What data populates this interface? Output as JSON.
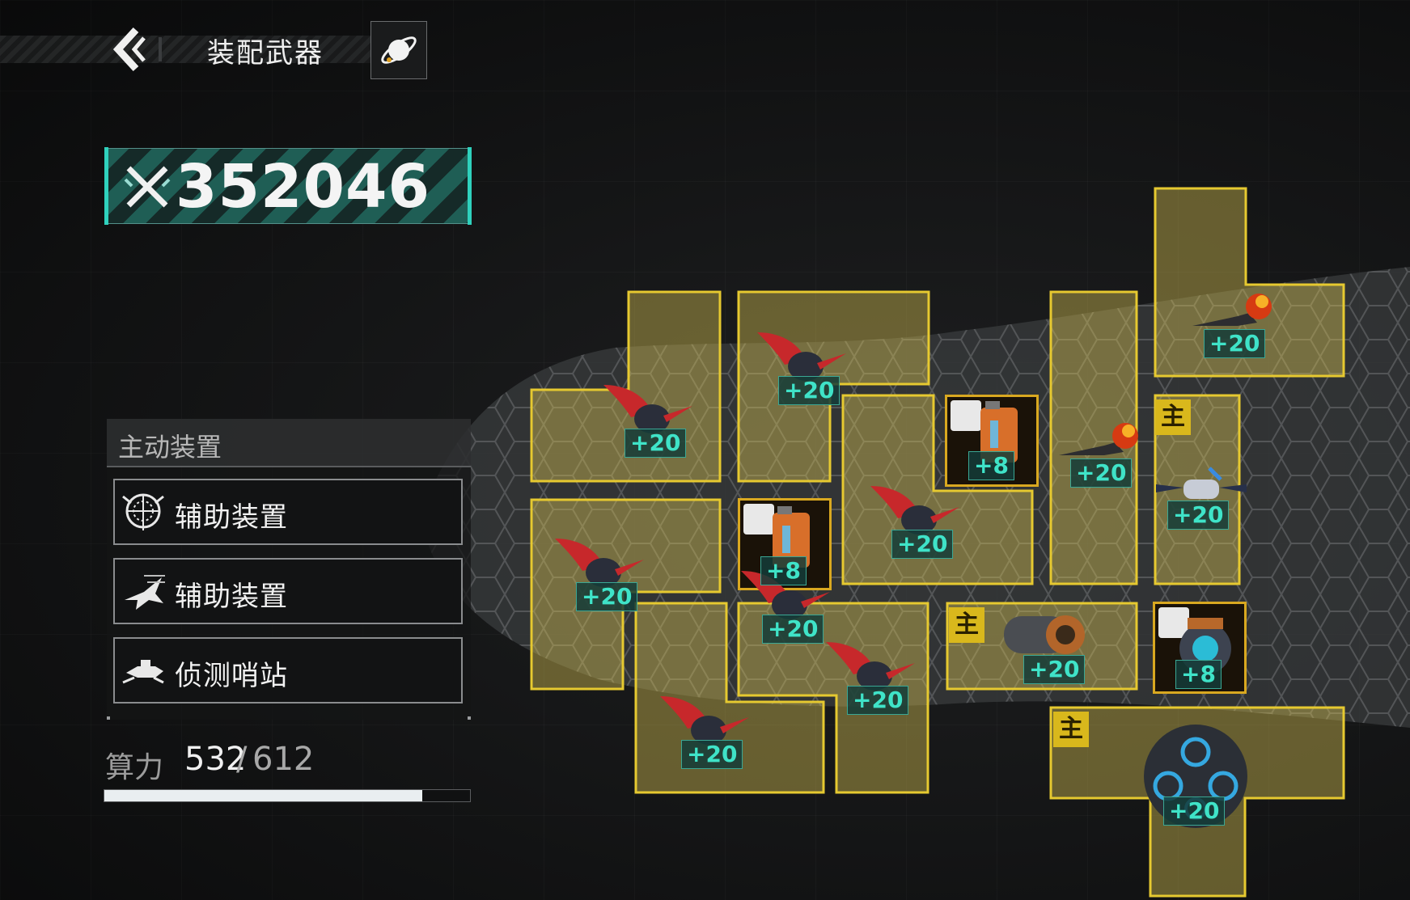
{
  "header": {
    "title": "装配武器",
    "back_icon": "chevron-left-icon",
    "planet_icon": "planet-icon"
  },
  "power": {
    "value": "352046",
    "icon": "crossed-swords-icon"
  },
  "panel": {
    "title": "主动装置",
    "devices": [
      {
        "label": "辅助装置",
        "icon": "radar-shield-icon"
      },
      {
        "label": "辅助装置",
        "icon": "fighter-jet-icon"
      },
      {
        "label": "侦测哨站",
        "icon": "drone-icon"
      }
    ]
  },
  "compute": {
    "label": "算力",
    "used": "532",
    "separator": "/",
    "total": "612",
    "fraction": 0.869
  },
  "items": [
    {
      "name": "wing-drone-1",
      "badge": "+20",
      "type": "wing"
    },
    {
      "name": "wing-drone-2",
      "badge": "+20",
      "type": "wing"
    },
    {
      "name": "wing-drone-3",
      "badge": "+20",
      "type": "wing"
    },
    {
      "name": "wing-drone-4",
      "badge": "+20",
      "type": "wing"
    },
    {
      "name": "wing-drone-5",
      "badge": "+20",
      "type": "wing"
    },
    {
      "name": "wing-drone-6",
      "badge": "+20",
      "type": "wing"
    },
    {
      "name": "wing-drone-7",
      "badge": "+20",
      "type": "wing"
    },
    {
      "name": "fire-drone-1",
      "badge": "+20",
      "type": "fire"
    },
    {
      "name": "fire-drone-2",
      "badge": "+20",
      "type": "fire"
    },
    {
      "name": "satellite-1",
      "badge": "+20",
      "type": "satellite",
      "tag": "主"
    },
    {
      "name": "cannon-1",
      "badge": "+20",
      "type": "cannon",
      "tag": "主"
    },
    {
      "name": "sphere-1",
      "badge": "+20",
      "type": "sphere",
      "tag": "主"
    },
    {
      "name": "fuel-box-1",
      "badge": "+8",
      "type": "fuel"
    },
    {
      "name": "fuel-box-2",
      "badge": "+8",
      "type": "fuel"
    },
    {
      "name": "turret-box-1",
      "badge": "+8",
      "type": "turret"
    }
  ],
  "colors": {
    "slot_fill": "#dac454",
    "slot_stroke": "#e6c930",
    "badge_text": "#3fe3c8",
    "power_accent": "#2fd1bd",
    "main_tag": "#d9b81c"
  }
}
